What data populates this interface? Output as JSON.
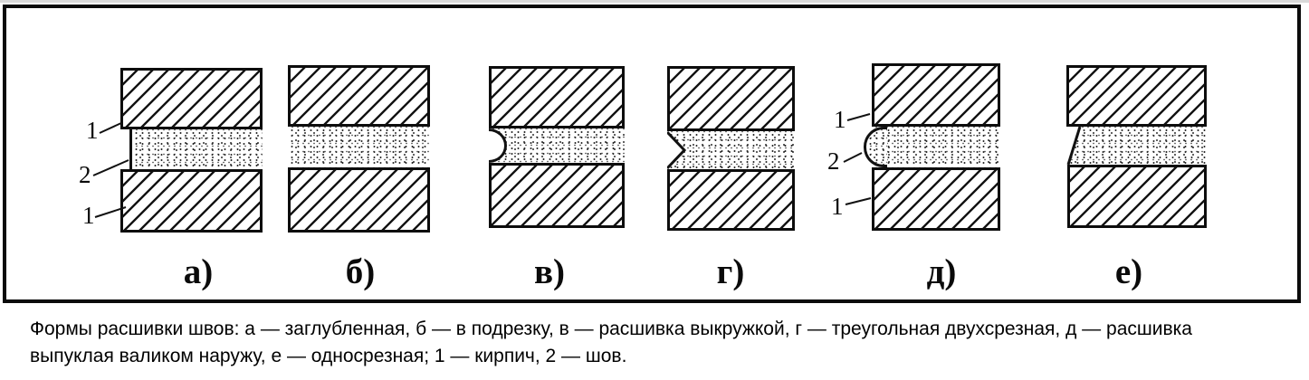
{
  "figure": {
    "panels": [
      {
        "label": "а)"
      },
      {
        "label": "б)"
      },
      {
        "label": "в)"
      },
      {
        "label": "г)"
      },
      {
        "label": "д)"
      },
      {
        "label": "е)"
      }
    ],
    "callouts": {
      "brick": "1",
      "joint": "2"
    }
  },
  "caption": {
    "line1": "Формы расшивки швов: а — заглубленная, б — в подрезку, в — расшивка выкружкой, г — треугольная двухсрезная, д — расшивка",
    "line2": "выпуклая валиком наружу, е — односрезная; 1 — кирпич, 2 — шов."
  }
}
